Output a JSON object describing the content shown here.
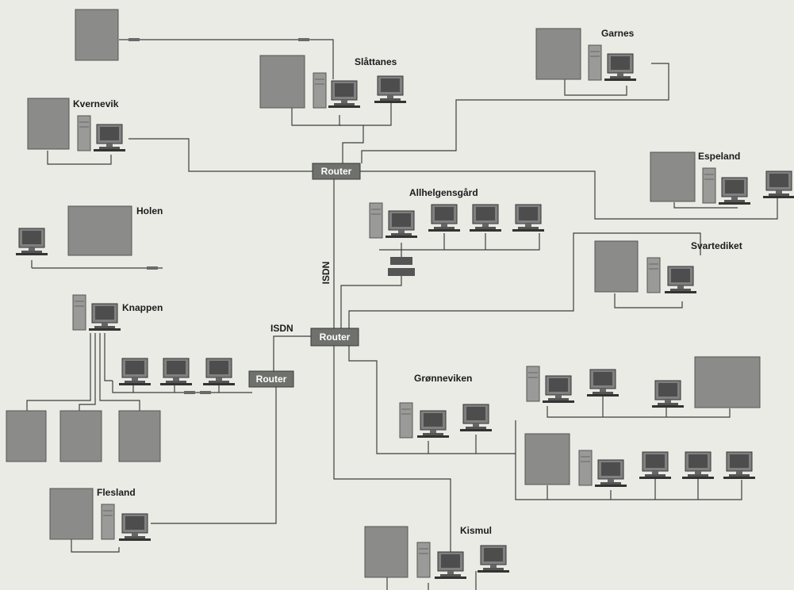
{
  "sites": {
    "slattanes": "Slåttanes",
    "garnes": "Garnes",
    "kvernevik": "Kvernevik",
    "espeland": "Espeland",
    "allhelgensgard": "Allhelgensgård",
    "holen": "Holen",
    "svartediket": "Svartediket",
    "knappen": "Knappen",
    "gronneviken": "Grønneviken",
    "flesland": "Flesland",
    "kismul": "Kismul"
  },
  "routers": {
    "top": "Router",
    "middle": "Router",
    "left": "Router"
  },
  "links": {
    "isdn_vertical": "ISDN",
    "isdn_horizontal": "ISDN"
  },
  "colors": {
    "background": "#e9ebe4",
    "device_gray": "#8d8d8b",
    "router_fill": "#6f716d",
    "wire": "#3f3f3f"
  }
}
